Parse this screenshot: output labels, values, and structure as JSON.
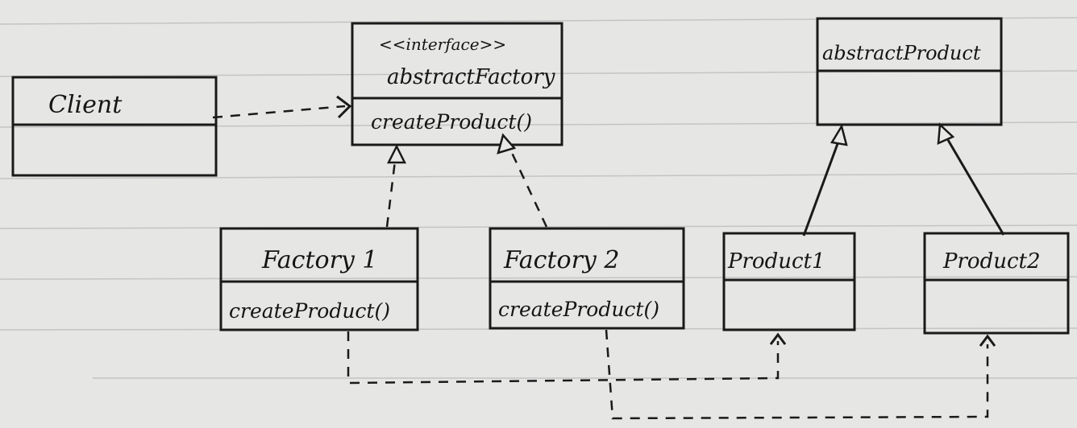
{
  "diagram": {
    "type": "UML class diagram (abstract factory pattern), hand-drawn",
    "colors": {
      "paper": "#e6e6e4",
      "ink": "#1a1a1a",
      "rule": "#c4c4c6"
    },
    "classes": {
      "client": {
        "name": "Client"
      },
      "abstract_factory": {
        "stereotype": "<<interface>>",
        "name": "abstractFactory",
        "method": "createProduct()"
      },
      "abstract_product": {
        "name": "abstractProduct"
      },
      "factory1": {
        "name": "Factory 1",
        "method": "createProduct()"
      },
      "factory2": {
        "name": "Factory 2",
        "method": "createProduct()"
      },
      "product1": {
        "name": "Product1"
      },
      "product2": {
        "name": "Product2"
      }
    },
    "relations": [
      {
        "from": "Client",
        "to": "abstractFactory",
        "kind": "dependency"
      },
      {
        "from": "Factory 1",
        "to": "abstractFactory",
        "kind": "realization"
      },
      {
        "from": "Factory 2",
        "to": "abstractFactory",
        "kind": "realization"
      },
      {
        "from": "Product1",
        "to": "abstractProduct",
        "kind": "generalization"
      },
      {
        "from": "Product2",
        "to": "abstractProduct",
        "kind": "generalization"
      },
      {
        "from": "Factory 1",
        "to": "Product1",
        "kind": "dependency"
      },
      {
        "from": "Factory 2",
        "to": "Product2",
        "kind": "dependency"
      }
    ]
  }
}
